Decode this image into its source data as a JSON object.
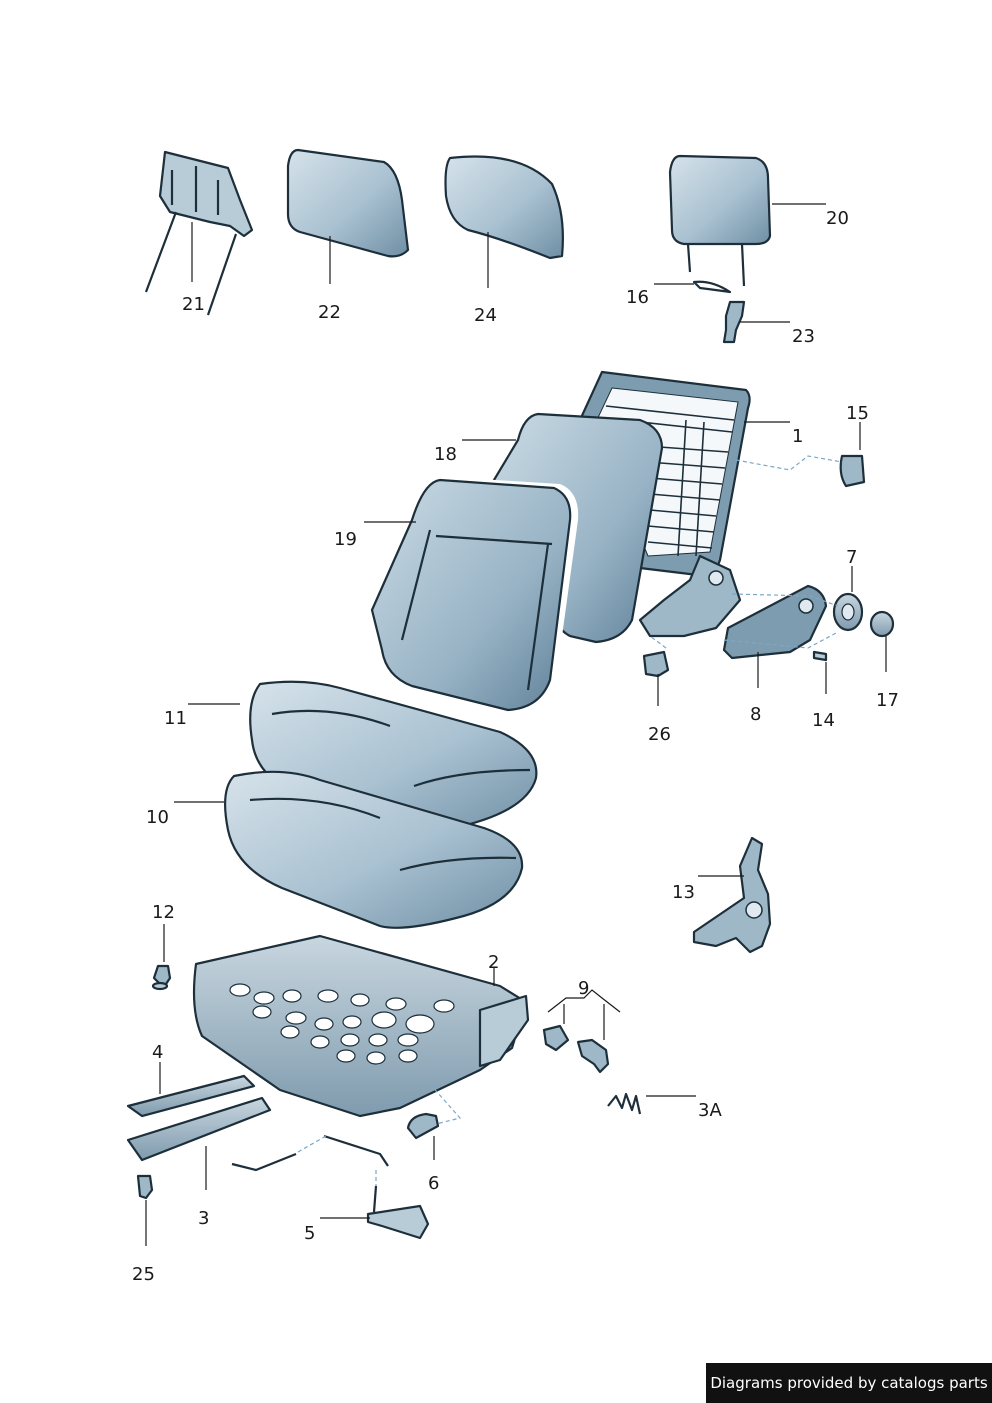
{
  "labels": {
    "p1": "1",
    "p2": "2",
    "p3": "3",
    "p3a": "3A",
    "p4": "4",
    "p5": "5",
    "p6": "6",
    "p7": "7",
    "p8": "8",
    "p9": "9",
    "p10": "10",
    "p11": "11",
    "p12": "12",
    "p13": "13",
    "p14": "14",
    "p15": "15",
    "p16": "16",
    "p17": "17",
    "p18": "18",
    "p19": "19",
    "p20": "20",
    "p21": "21",
    "p22": "22",
    "p23": "23",
    "p24": "24",
    "p25": "25",
    "p26": "26"
  },
  "credit": "Diagrams provided by catalogs parts"
}
